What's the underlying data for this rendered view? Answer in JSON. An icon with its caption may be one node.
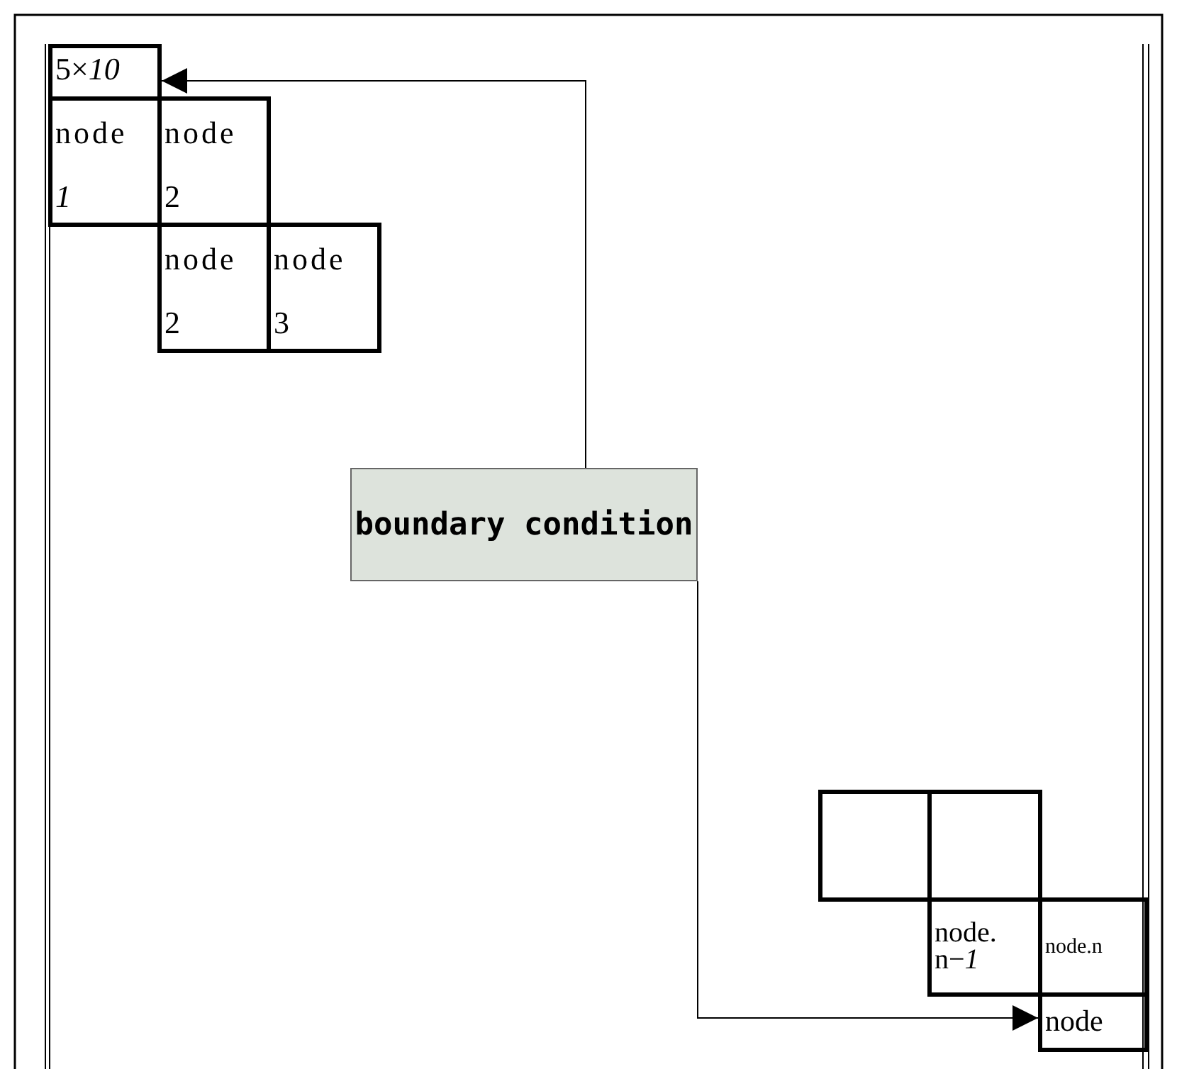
{
  "diagram": {
    "nodes": [
      {
        "text": [
          "5×*10*"
        ]
      },
      {
        "text": [
          "node *1*"
        ]
      },
      {
        "text": [
          "node 2"
        ]
      },
      {
        "text": [
          "node 2"
        ]
      },
      {
        "text": [
          "node 3"
        ]
      },
      {
        "text": [
          "boundary condition"
        ]
      },
      {
        "text": [],
        "shape": "box"
      },
      {
        "text": [],
        "shape": "box"
      },
      {
        "text": [
          "node. n−*1*"
        ]
      },
      {
        "text": [
          "node.n"
        ]
      },
      {
        "text": [
          "node"
        ]
      }
    ],
    "edges": [
      {
        "from": 5,
        "to": 0,
        "arrow": "to"
      },
      {
        "from": 5,
        "to": 10,
        "arrow": "to"
      }
    ]
  }
}
